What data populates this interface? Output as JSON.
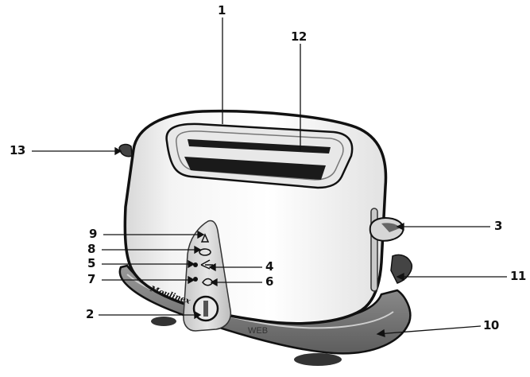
{
  "callouts": {
    "c1": "1",
    "c2": "2",
    "c3": "3",
    "c4": "4",
    "c5": "5",
    "c6": "6",
    "c7": "7",
    "c8": "8",
    "c9": "9",
    "c10": "10",
    "c11": "11",
    "c12": "12",
    "c13": "13"
  },
  "brand_text": "Moulinex",
  "web_text": "WEB",
  "colors": {
    "outline": "#111111",
    "base_gray": "#b9b9b9",
    "body_white": "#ffffff",
    "panel_gray": "#dcdcdc"
  }
}
